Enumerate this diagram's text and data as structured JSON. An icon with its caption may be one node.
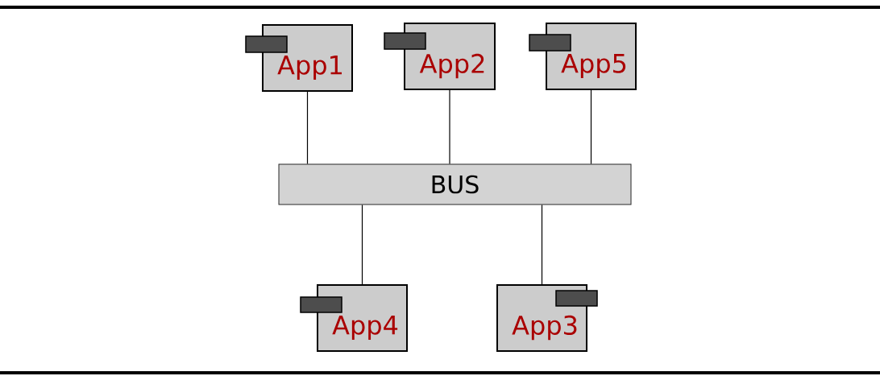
{
  "diagram": {
    "nodes": [
      {
        "text": [
          "App1"
        ]
      },
      {
        "text": [
          "App2"
        ]
      },
      {
        "text": [
          "App5"
        ]
      },
      {
        "text": [
          "BUS"
        ]
      },
      {
        "text": [
          "App4"
        ]
      },
      {
        "text": [
          "App3"
        ]
      }
    ],
    "edges": [
      {
        "from": 0,
        "to": 3,
        "arrow": "none"
      },
      {
        "from": 1,
        "to": 3,
        "arrow": "none"
      },
      {
        "from": 2,
        "to": 3,
        "arrow": "none"
      },
      {
        "from": 4,
        "to": 3,
        "arrow": "none"
      },
      {
        "from": 5,
        "to": 3,
        "arrow": "none"
      }
    ]
  }
}
